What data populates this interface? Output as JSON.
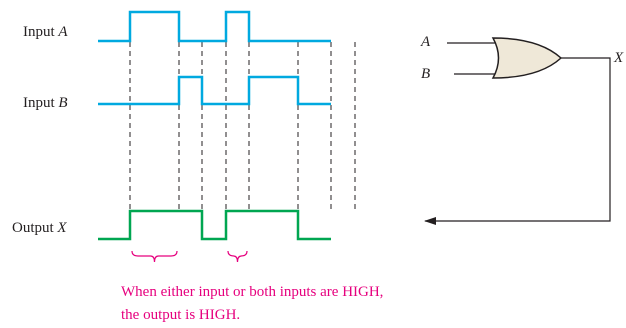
{
  "inputs": {
    "a": {
      "prefix": "Input ",
      "name": "A"
    },
    "b": {
      "prefix": "Input ",
      "name": "B"
    }
  },
  "output": {
    "prefix": "Output ",
    "name": "X"
  },
  "gate": {
    "type": "OR",
    "input_a": "A",
    "input_b": "B",
    "output": "X"
  },
  "waveforms": {
    "a": [
      0,
      1,
      0,
      0,
      1,
      0,
      0
    ],
    "b": [
      0,
      0,
      1,
      0,
      0,
      1,
      0
    ],
    "x": [
      0,
      1,
      1,
      0,
      1,
      1,
      0
    ]
  },
  "note": {
    "line1": "When either input or both inputs are HIGH,",
    "line2": "the output is HIGH."
  },
  "colors": {
    "input_wave": "#00a9e0",
    "output_wave": "#00a651",
    "note_text": "#e6007e",
    "gate_fill": "#efe8d8",
    "line": "#231f20"
  }
}
